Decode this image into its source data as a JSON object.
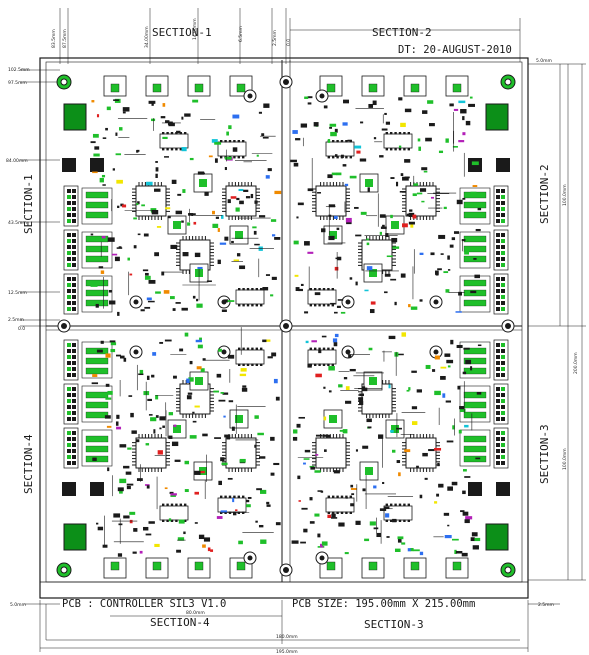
{
  "sections": {
    "top_left": "SECTION-1",
    "top_right": "SECTION-2",
    "left_upper": "SECTION-1",
    "left_lower": "SECTION-4",
    "right_upper": "SECTION-2",
    "right_lower": "SECTION-3",
    "bottom_left": "SECTION-4",
    "bottom_right": "SECTION-3"
  },
  "date": "DT: 20-AUGUST-2010",
  "title_block": {
    "pcb_name": "PCB : CONTROLLER SIL3 V1.0",
    "pcb_size": "PCB SIZE: 195.00mm X 215.00mm"
  },
  "dimensions": {
    "top": [
      "83.5mm",
      "87.5mm",
      "34.00mm",
      "14.00mm",
      "6.5mm",
      "2.5mm",
      "0.0"
    ],
    "left": [
      "102.5mm",
      "97.5mm",
      "84.00mm",
      "43.5mm",
      "12.5mm",
      "2.5mm",
      "0.0"
    ],
    "right": [
      "5.0mm",
      "100.0mm",
      "200.0mm",
      "100.0mm",
      "2.5mm"
    ],
    "bottom": [
      "5.0mm",
      "80.0mm",
      "180.0mm",
      "195.0mm"
    ]
  },
  "colors": {
    "ink": "#1a1a1a",
    "pad_green": "#1fbf2a",
    "pad_green_dark": "#0c8f18",
    "accent_orange": "#f08a00",
    "accent_blue": "#2d6ff0",
    "accent_cyan": "#12c4d8",
    "accent_yellow": "#f2e600",
    "accent_magenta": "#b320b8",
    "accent_red": "#e02020"
  }
}
